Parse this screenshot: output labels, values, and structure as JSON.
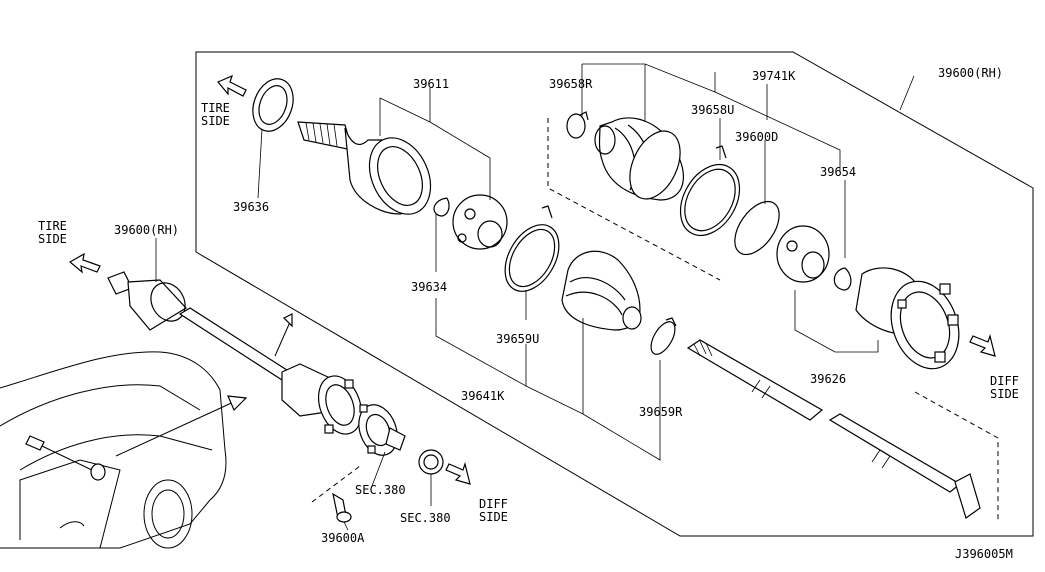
{
  "part_labels": {
    "p39611": "39611",
    "p39658R": "39658R",
    "p39741K": "39741K",
    "p39600RH_top": "39600(RH)",
    "p39658U": "39658U",
    "p39600D": "39600D",
    "p39654": "39654",
    "p39636": "39636",
    "p39634": "39634",
    "p39659U": "39659U",
    "p39641K": "39641K",
    "p39659R": "39659R",
    "p39626": "39626",
    "p39600RH_left": "39600(RH)",
    "sec380_a": "SEC.380",
    "sec380_b": "SEC.380",
    "p39600A": "39600A"
  },
  "side_labels": {
    "tire_side_top_1": "TIRE",
    "tire_side_top_2": "SIDE",
    "tire_side_left_1": "TIRE",
    "tire_side_left_2": "SIDE",
    "diff_side_right_1": "DIFF",
    "diff_side_right_2": "SIDE",
    "diff_side_bottom_1": "DIFF",
    "diff_side_bottom_2": "SIDE"
  },
  "figure_code": "J396005M"
}
